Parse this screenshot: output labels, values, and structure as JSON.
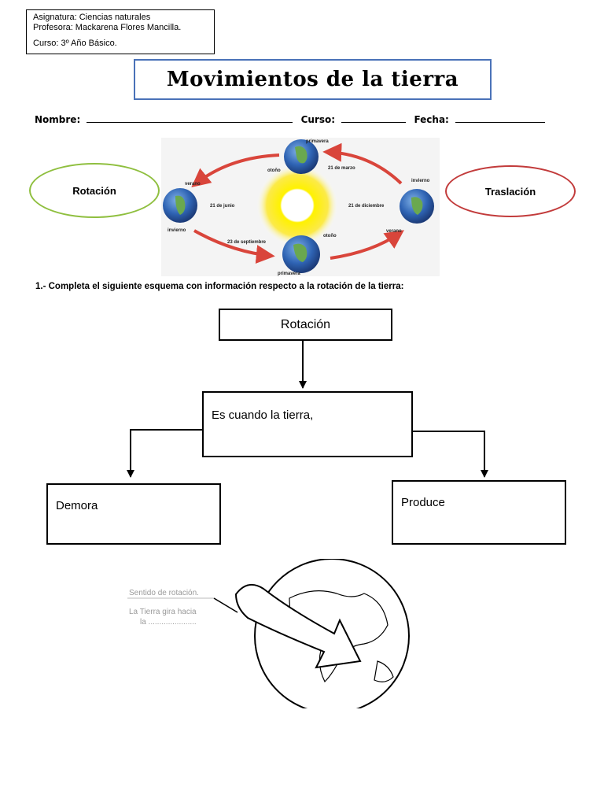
{
  "header": {
    "subject": "Asignatura: Ciencias naturales",
    "teacher": "Profesora: Mackarena Flores Mancilla.",
    "course": "Curso: 3º Año Básico."
  },
  "title": "Movimientos de la tierra",
  "fields": {
    "name_label": "Nombre:",
    "course_label": "Curso:",
    "date_label": "Fecha:"
  },
  "diagram": {
    "left_oval": "Rotación",
    "right_oval": "Traslación",
    "labels": {
      "primavera_top": "primavera",
      "otono_top": "otoño",
      "marzo": "21 de marzo",
      "verano_left": "verano",
      "junio": "21 de junio",
      "invierno_left": "invierno",
      "invierno_right": "invierno",
      "diciembre": "21 de diciembre",
      "verano_right": "verano",
      "septiembre": "23 de septiembre",
      "otono_bottom": "otoño",
      "primavera_bottom": "primavera"
    }
  },
  "question": "1.- Completa el siguiente esquema con información respecto a la rotación de la tierra:",
  "scheme": {
    "root": "Rotación",
    "middle": "Es cuando la tierra,",
    "left": "Demora",
    "right": "Produce"
  },
  "globe_caption": {
    "line1": "Sentido de rotación.",
    "line2": "La Tierra gira hacia",
    "line3": "la ......................"
  },
  "colors": {
    "title_border": "#4a72b8",
    "rotation_oval": "#8fbf3f",
    "translation_oval": "#c23b3b",
    "orbit_arrow": "#d9453b",
    "sun": "#ffd400"
  }
}
